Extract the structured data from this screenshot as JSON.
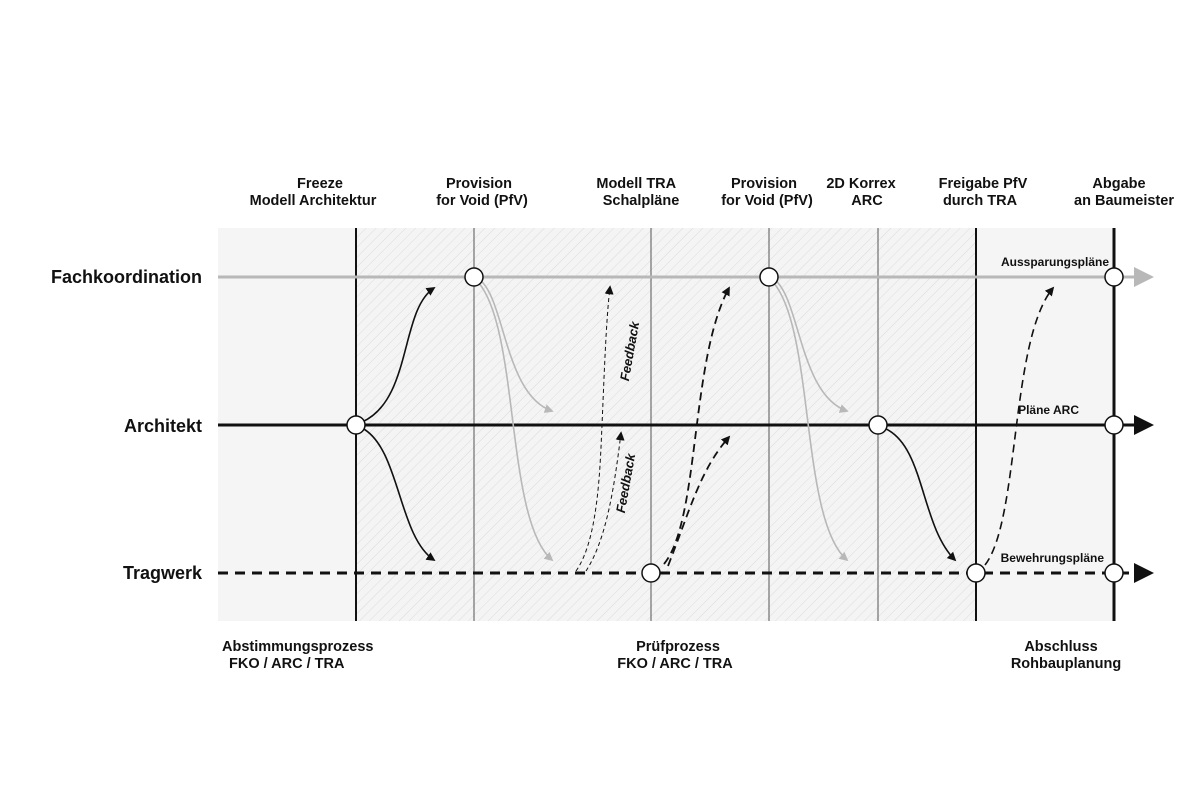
{
  "milestones": [
    {
      "line1": "Freeze",
      "line2": "Modell Architektur"
    },
    {
      "line1": "Provision",
      "line2": "for Void (PfV)"
    },
    {
      "line1": "Modell TRA",
      "line2": "Schalpläne"
    },
    {
      "line1": "Provision",
      "line2": "for Void (PfV)"
    },
    {
      "line1": "2D Korrex",
      "line2": "ARC"
    },
    {
      "line1": "Freigabe PfV",
      "line2": "durch TRA"
    },
    {
      "line1": "Abgabe",
      "line2": "an Baumeister"
    }
  ],
  "lanes": {
    "fachkoordination": "Fachkoordination",
    "architekt": "Architekt",
    "tragwerk": "Tragwerk"
  },
  "outputs": {
    "aussparungsplaene": "Aussparungspläne",
    "plaene_arc": "Pläne ARC",
    "bewehrungsplaene": "Bewehrungspläne"
  },
  "feedback": {
    "upper": "Feedback",
    "lower": "Feedback"
  },
  "phases": [
    {
      "line1": "Abstimmungsprozess",
      "line2": "FKO / ARC / TRA"
    },
    {
      "line1": "Prüfprozess",
      "line2": "FKO / ARC / TRA"
    },
    {
      "line1": "Abschluss",
      "line2": "Rohbauplanung"
    }
  ],
  "colors": {
    "fachkoordination_line": "#b8b8b8",
    "architekt_line": "#111111",
    "tragwerk_line": "#111111",
    "phase_background": "#f5f5f5",
    "hatch": "#dcdcdc"
  }
}
